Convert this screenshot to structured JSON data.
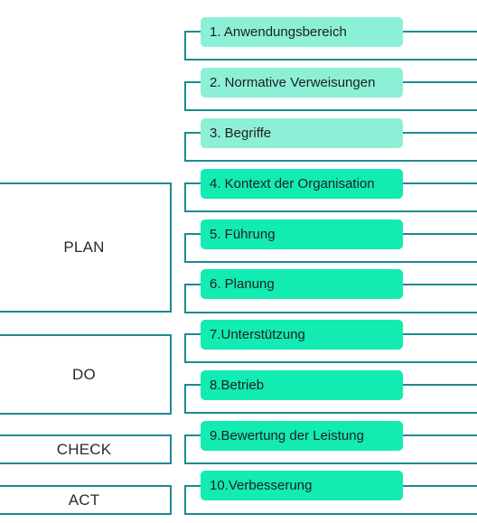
{
  "colors": {
    "outline": "#1e8a93",
    "pill_light": "#8cf0d7",
    "pill_dark": "#12ebb2"
  },
  "phases": {
    "plan": "PLAN",
    "do": "DO",
    "check": "CHECK",
    "act": "ACT"
  },
  "clauses": [
    "1. Anwendungsbereich",
    "2. Normative Verweisungen",
    "3. Begriffe",
    "4. Kontext der Organisation",
    "5. Führung",
    "6. Planung",
    "7.Unterstützung",
    "8.Betrieb",
    "9.Bewertung der Leistung",
    "10.Verbesserung"
  ]
}
